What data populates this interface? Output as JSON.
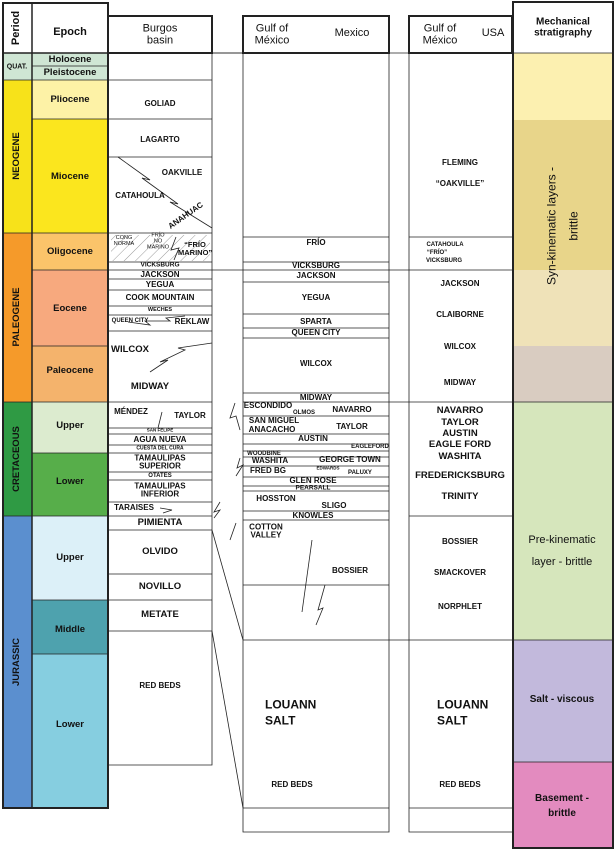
{
  "headers": {
    "period": "Period",
    "epoch": "Epoch",
    "burgos": "Burgos basin",
    "gulf_mx_a": "Gulf of México",
    "gulf_mx_b": "Mexico",
    "gulf_us_a": "Gulf of México",
    "gulf_us_b": "USA",
    "mech": "Mechanical stratigraphy"
  },
  "periods": [
    {
      "label": "QUAT.",
      "color": "#cfe6d4"
    },
    {
      "label": "NEOGENE",
      "color": "#f7e21a"
    },
    {
      "label": "PALEOGENE",
      "color": "#f59a2a"
    },
    {
      "label": "CRETACEOUS",
      "color": "#2f9a44"
    },
    {
      "label": "JURASSIC",
      "color": "#5b8fcf"
    }
  ],
  "epochs": [
    {
      "label": "Holocene",
      "color": "#cfe6d4"
    },
    {
      "label": "Pleistocene",
      "color": "#cfe6d4"
    },
    {
      "label": "Pliocene",
      "color": "#fdf2a6"
    },
    {
      "label": "Miocene",
      "color": "#fbe61e"
    },
    {
      "label": "Oligocene",
      "color": "#fbc46a"
    },
    {
      "label": "Eocene",
      "color": "#f7a97e"
    },
    {
      "label": "Paleocene",
      "color": "#f4b36c"
    },
    {
      "label": "Upper",
      "color": "#dcebcf"
    },
    {
      "label": "Lower",
      "color": "#57ae4a"
    },
    {
      "label": "Upper",
      "color": "#dcf0f8"
    },
    {
      "label": "Middle",
      "color": "#4ea2ae"
    },
    {
      "label": "Lower",
      "color": "#86cee0"
    }
  ],
  "burgos": [
    "GOLIAD",
    "LAGARTO",
    "OAKVILLE",
    "CATAHOULA",
    "ANAHUAC",
    "CONG NORMA",
    "FRÍO NO MARINO",
    "“FRÍO MARINO”",
    "VICKSBURG",
    "JACKSON",
    "YEGUA",
    "COOK  MOUNTAIN",
    "WECHES",
    "QUEEN CITY",
    "REKLAW",
    "WILCOX",
    "MIDWAY",
    "MÉNDEZ",
    "TAYLOR",
    "SAN FELIPE",
    "AGUA NUEVA",
    "CUESTA DEL CURA",
    "TAMAULIPAS SUPERIOR",
    "OTATES",
    "TAMAULIPAS INFERIOR",
    "TARAISES",
    "PIMIENTA",
    "OLVIDO",
    "NOVILLO",
    "METATE",
    "RED BEDS"
  ],
  "gulf_mexico": [
    "FRÍO",
    "VICKSBURG",
    "JACKSON",
    "YEGUA",
    "SPARTA",
    "QUEEN CITY",
    "WILCOX",
    "MIDWAY",
    "ESCONDIDO",
    "OLMOS",
    "NAVARRO",
    "SAN MIGUEL",
    "TAYLOR",
    "ANACACHO",
    "AUSTIN",
    "EAGLEFORD",
    "WOODBINE",
    "WASHITA",
    "GEORGE TOWN",
    "EDWARDS",
    "PALUXY",
    "FRED BG",
    "GLEN ROSE",
    "PEARSALL",
    "HOSSTON",
    "SLIGO",
    "KNOWLES",
    "COTTON VALLEY",
    "BOSSIER",
    "LOUANN SALT",
    "RED BEDS"
  ],
  "gulf_usa": [
    "FLEMING",
    "“OAKVILLE”",
    "CATAHOULA",
    "“FRÍO”",
    "VICKSBURG",
    "JACKSON",
    "CLAIBORNE",
    "WILCOX",
    "MIDWAY",
    "NAVARRO",
    "TAYLOR",
    "AUSTIN",
    "EAGLE FORD",
    "WASHITA",
    "FREDERICKSBURG",
    "TRINITY",
    "BOSSIER",
    "SMACKOVER",
    "NORPHLET",
    "LOUANN SALT",
    "RED BEDS"
  ],
  "mechanical": [
    {
      "label": "Syn-kinematic layers - brittle"
    },
    {
      "label": "Pre-kinematic layer - brittle"
    },
    {
      "label": "Salt - viscous"
    },
    {
      "label": "Basement - brittle"
    }
  ],
  "mech_colors": [
    "#fcf0b0",
    "#e8d58a",
    "#efe2b8",
    "#d9ccc1",
    "#d6e6bc",
    "#c2b9dc",
    "#e38bbf"
  ]
}
